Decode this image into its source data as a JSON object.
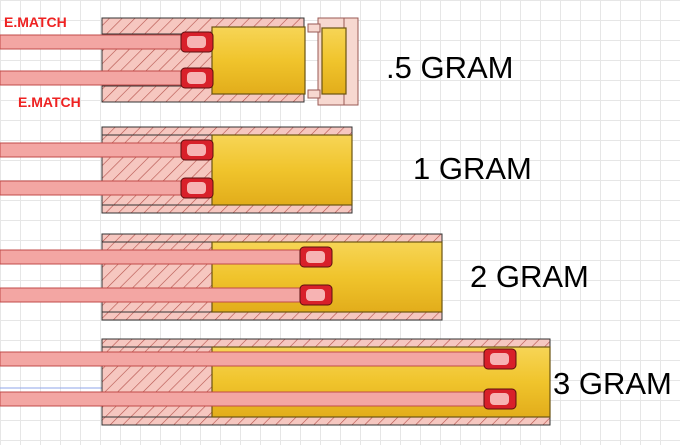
{
  "labels": {
    "half_gram": ".5 GRAM",
    "one_gram": "1 GRAM",
    "two_gram": "2 GRAM",
    "three_gram": "3 GRAM",
    "ematch_top": "E.MATCH",
    "ematch_bottom": "E.MATCH"
  },
  "colors": {
    "tube_hatch": "#f6c7c0",
    "wire": "#f3a6a3",
    "wire_outline": "#c24b48",
    "match_head": "#d8202a",
    "powder": "#f0c42c",
    "powder_outline": "#8a6a12"
  }
}
